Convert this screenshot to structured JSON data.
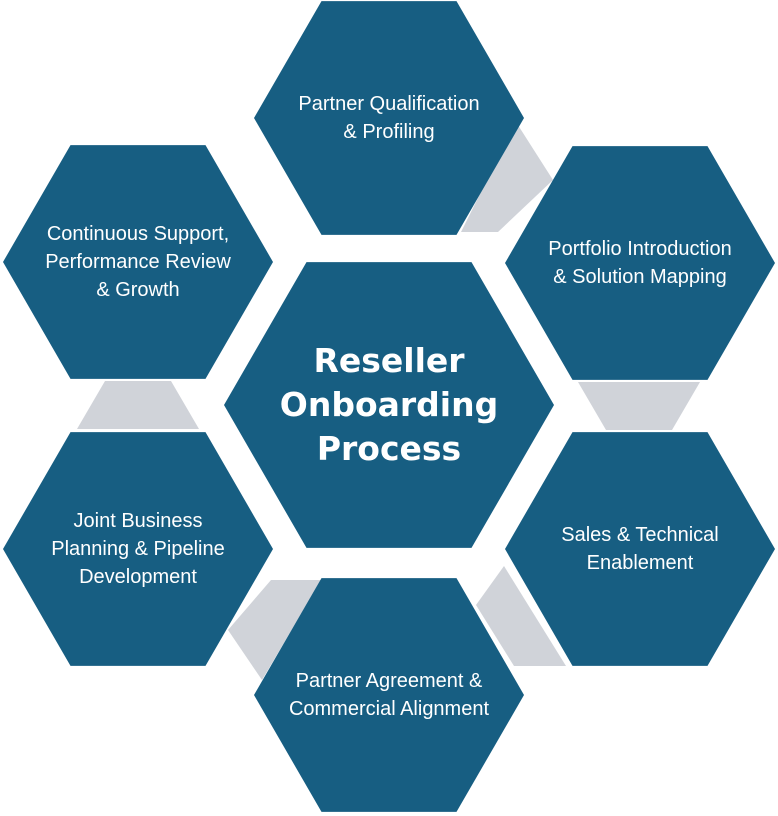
{
  "colors": {
    "hexagon": "#175e82",
    "connector": "#d0d3d9",
    "text": "#ffffff",
    "background": "#ffffff"
  },
  "center": {
    "lines": [
      "Reseller",
      "Onboarding",
      "Process"
    ]
  },
  "steps": [
    {
      "id": "partner-qualification",
      "lines": [
        "Partner Qualification",
        "& Profiling"
      ]
    },
    {
      "id": "portfolio-introduction",
      "lines": [
        "Portfolio Introduction",
        "& Solution Mapping"
      ]
    },
    {
      "id": "sales-technical-enablement",
      "lines": [
        "Sales & Technical",
        "Enablement"
      ]
    },
    {
      "id": "partner-agreement",
      "lines": [
        "Partner Agreement &",
        "Commercial Alignment"
      ]
    },
    {
      "id": "joint-business-planning",
      "lines": [
        "Joint Business",
        "Planning & Pipeline",
        "Development"
      ]
    },
    {
      "id": "continuous-support",
      "lines": [
        "Continuous Support,",
        "Performance Review",
        "& Growth"
      ]
    }
  ]
}
